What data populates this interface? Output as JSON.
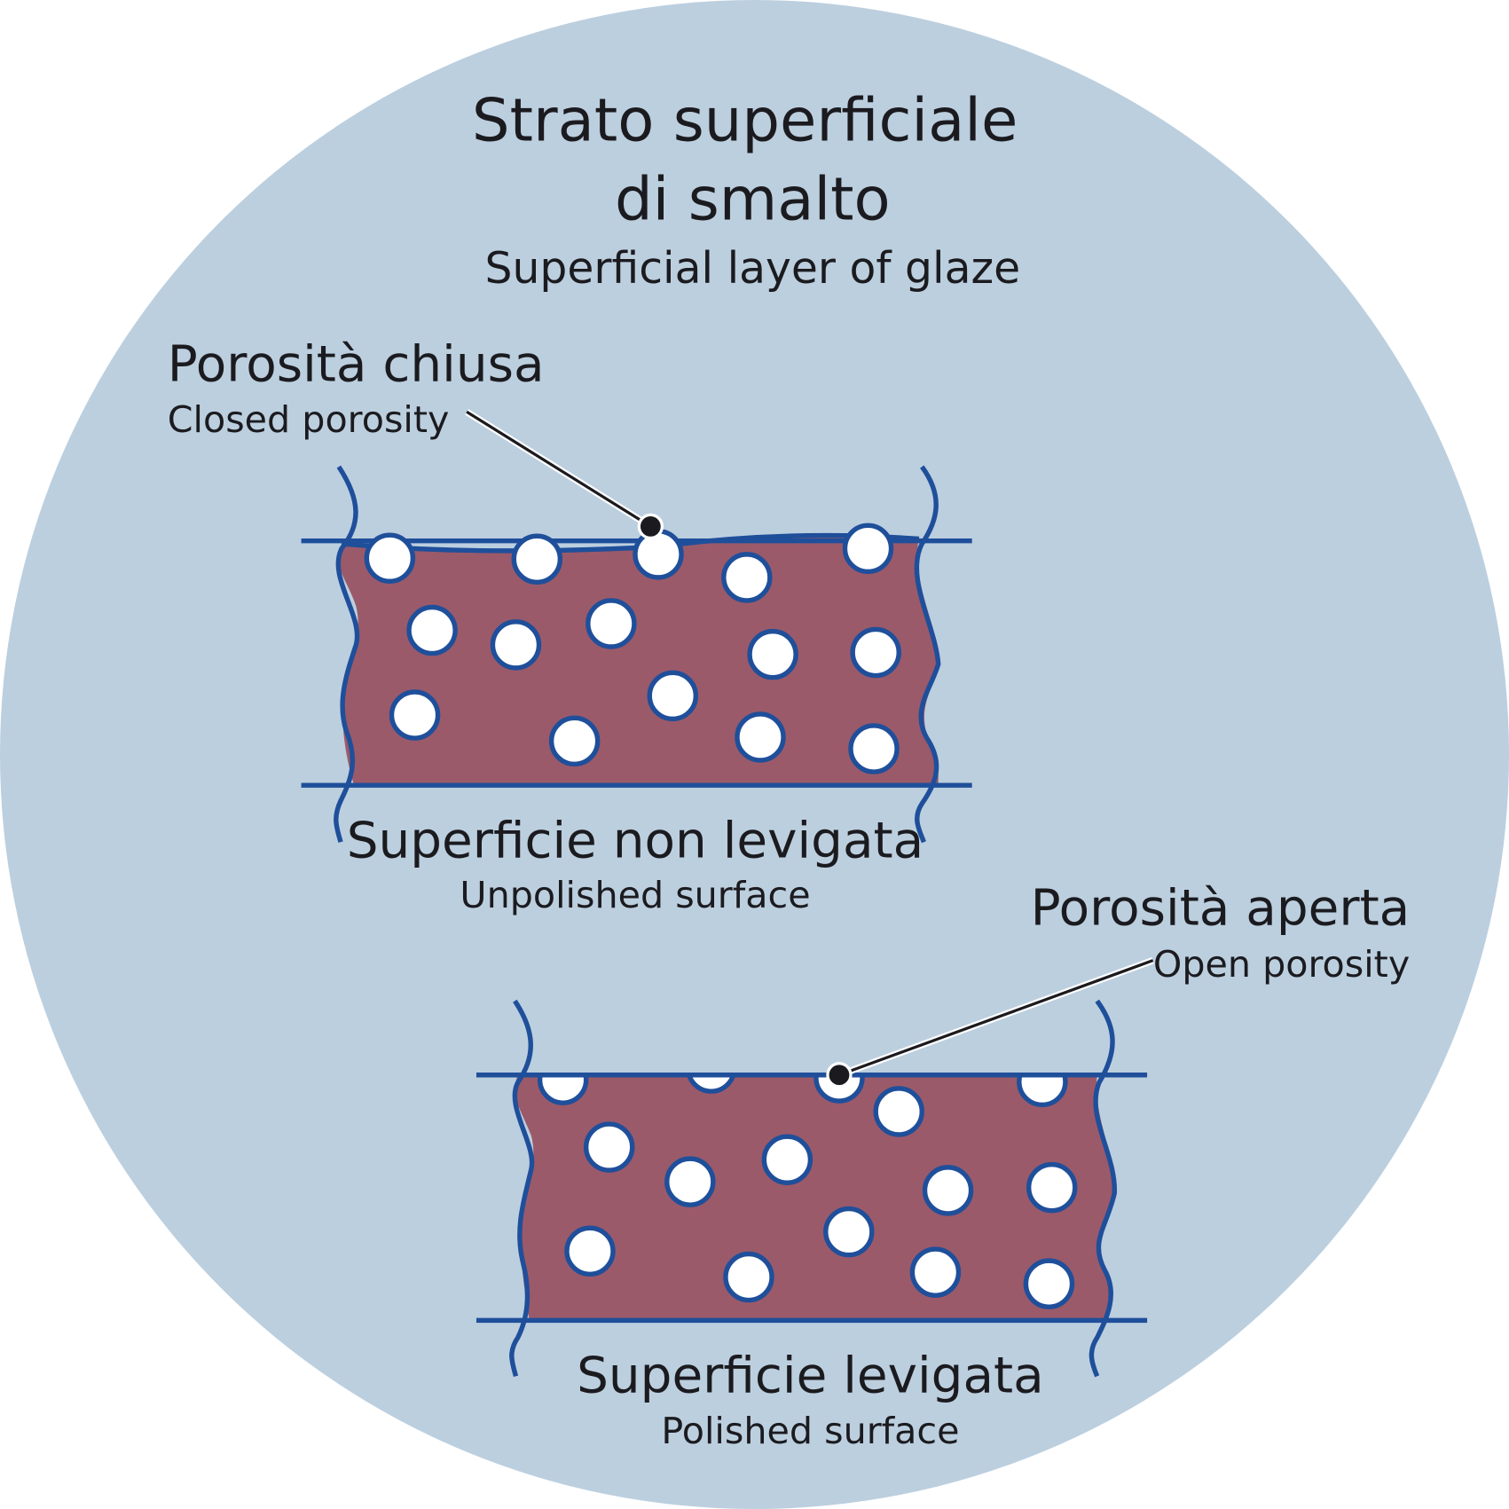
{
  "title": {
    "line1": "Strato superficiale",
    "line2": "di smalto",
    "subtitle": "Superficial layer of glaze"
  },
  "closed_porosity": {
    "label": "Porosità chiusa",
    "sublabel": "Closed porosity"
  },
  "unpolished": {
    "label": "Superficie non levigata",
    "sublabel": "Unpolished surface"
  },
  "open_porosity": {
    "label": "Porosità aperta",
    "sublabel": "Open porosity"
  },
  "polished": {
    "label": "Superficie levigata",
    "sublabel": "Polished surface"
  },
  "colors": {
    "background_circle": "#bccfdf",
    "glaze_body": "#9b5a6a",
    "outline": "#1f4f9a",
    "pore": "#ffffff",
    "text": "#1b1b1f"
  }
}
